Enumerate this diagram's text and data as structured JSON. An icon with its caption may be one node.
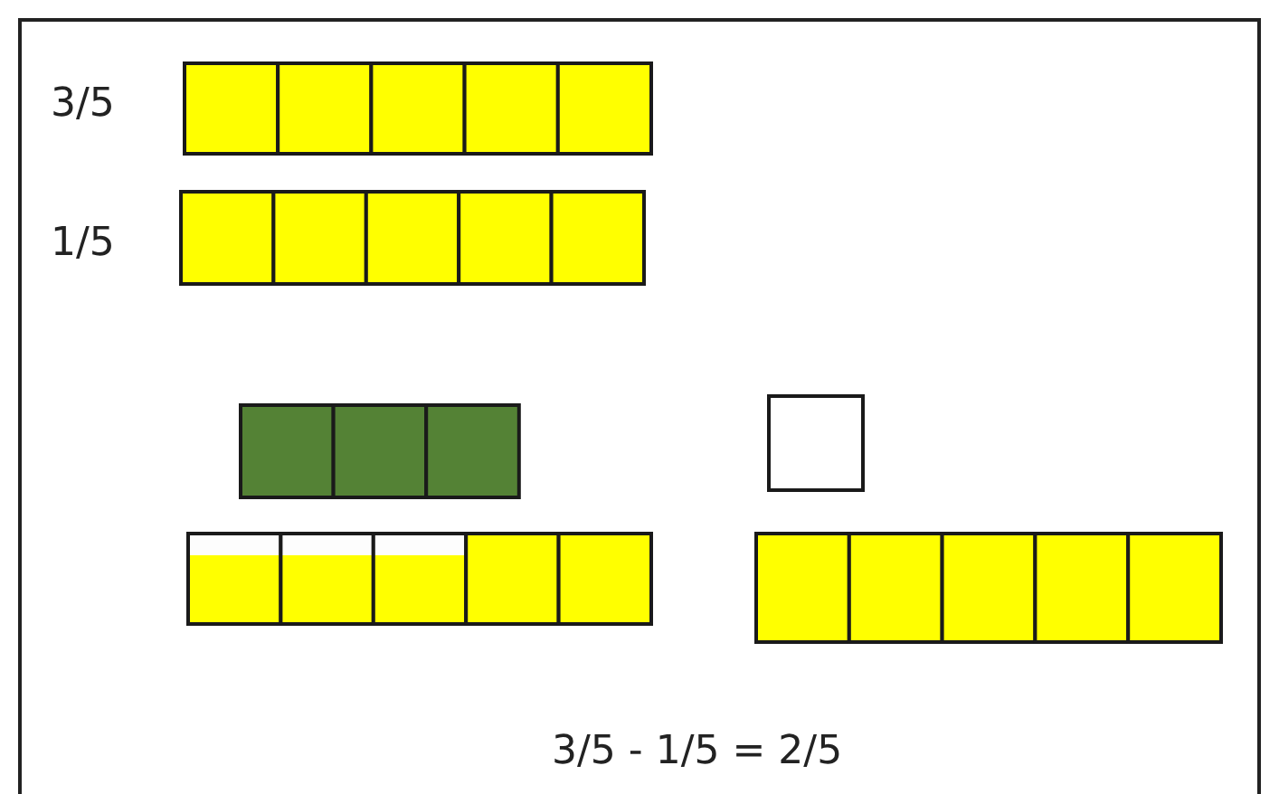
{
  "diagram": {
    "labels": [
      "3/5",
      "1/5",
      "3/5 - 1/5 = 2/5"
    ]
  }
}
